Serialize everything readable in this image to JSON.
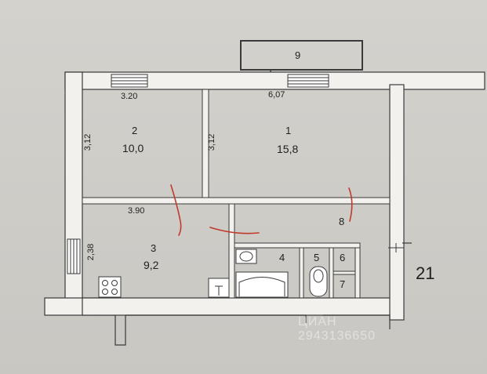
{
  "rooms": [
    {
      "number": "1",
      "area": "15,8"
    },
    {
      "number": "2",
      "area": "10,0"
    },
    {
      "number": "3",
      "area": "9,2"
    },
    {
      "number": "4"
    },
    {
      "number": "5"
    },
    {
      "number": "6"
    },
    {
      "number": "7"
    },
    {
      "number": "8"
    },
    {
      "number": "9"
    }
  ],
  "dimensions": {
    "room2_width": "3.20",
    "room1_width": "6,07",
    "room2_height": "3,12",
    "room1_height": "3,12",
    "room3_width": "3.90",
    "room3_height": "2,38"
  },
  "plan_label": "21",
  "watermark": "ЦИАН\n2943136650",
  "colors": {
    "paper": "#cfcdc8",
    "wall": "#3a3a3a",
    "ink": "#1f1f1f",
    "pen_mark": "#c0392b"
  }
}
